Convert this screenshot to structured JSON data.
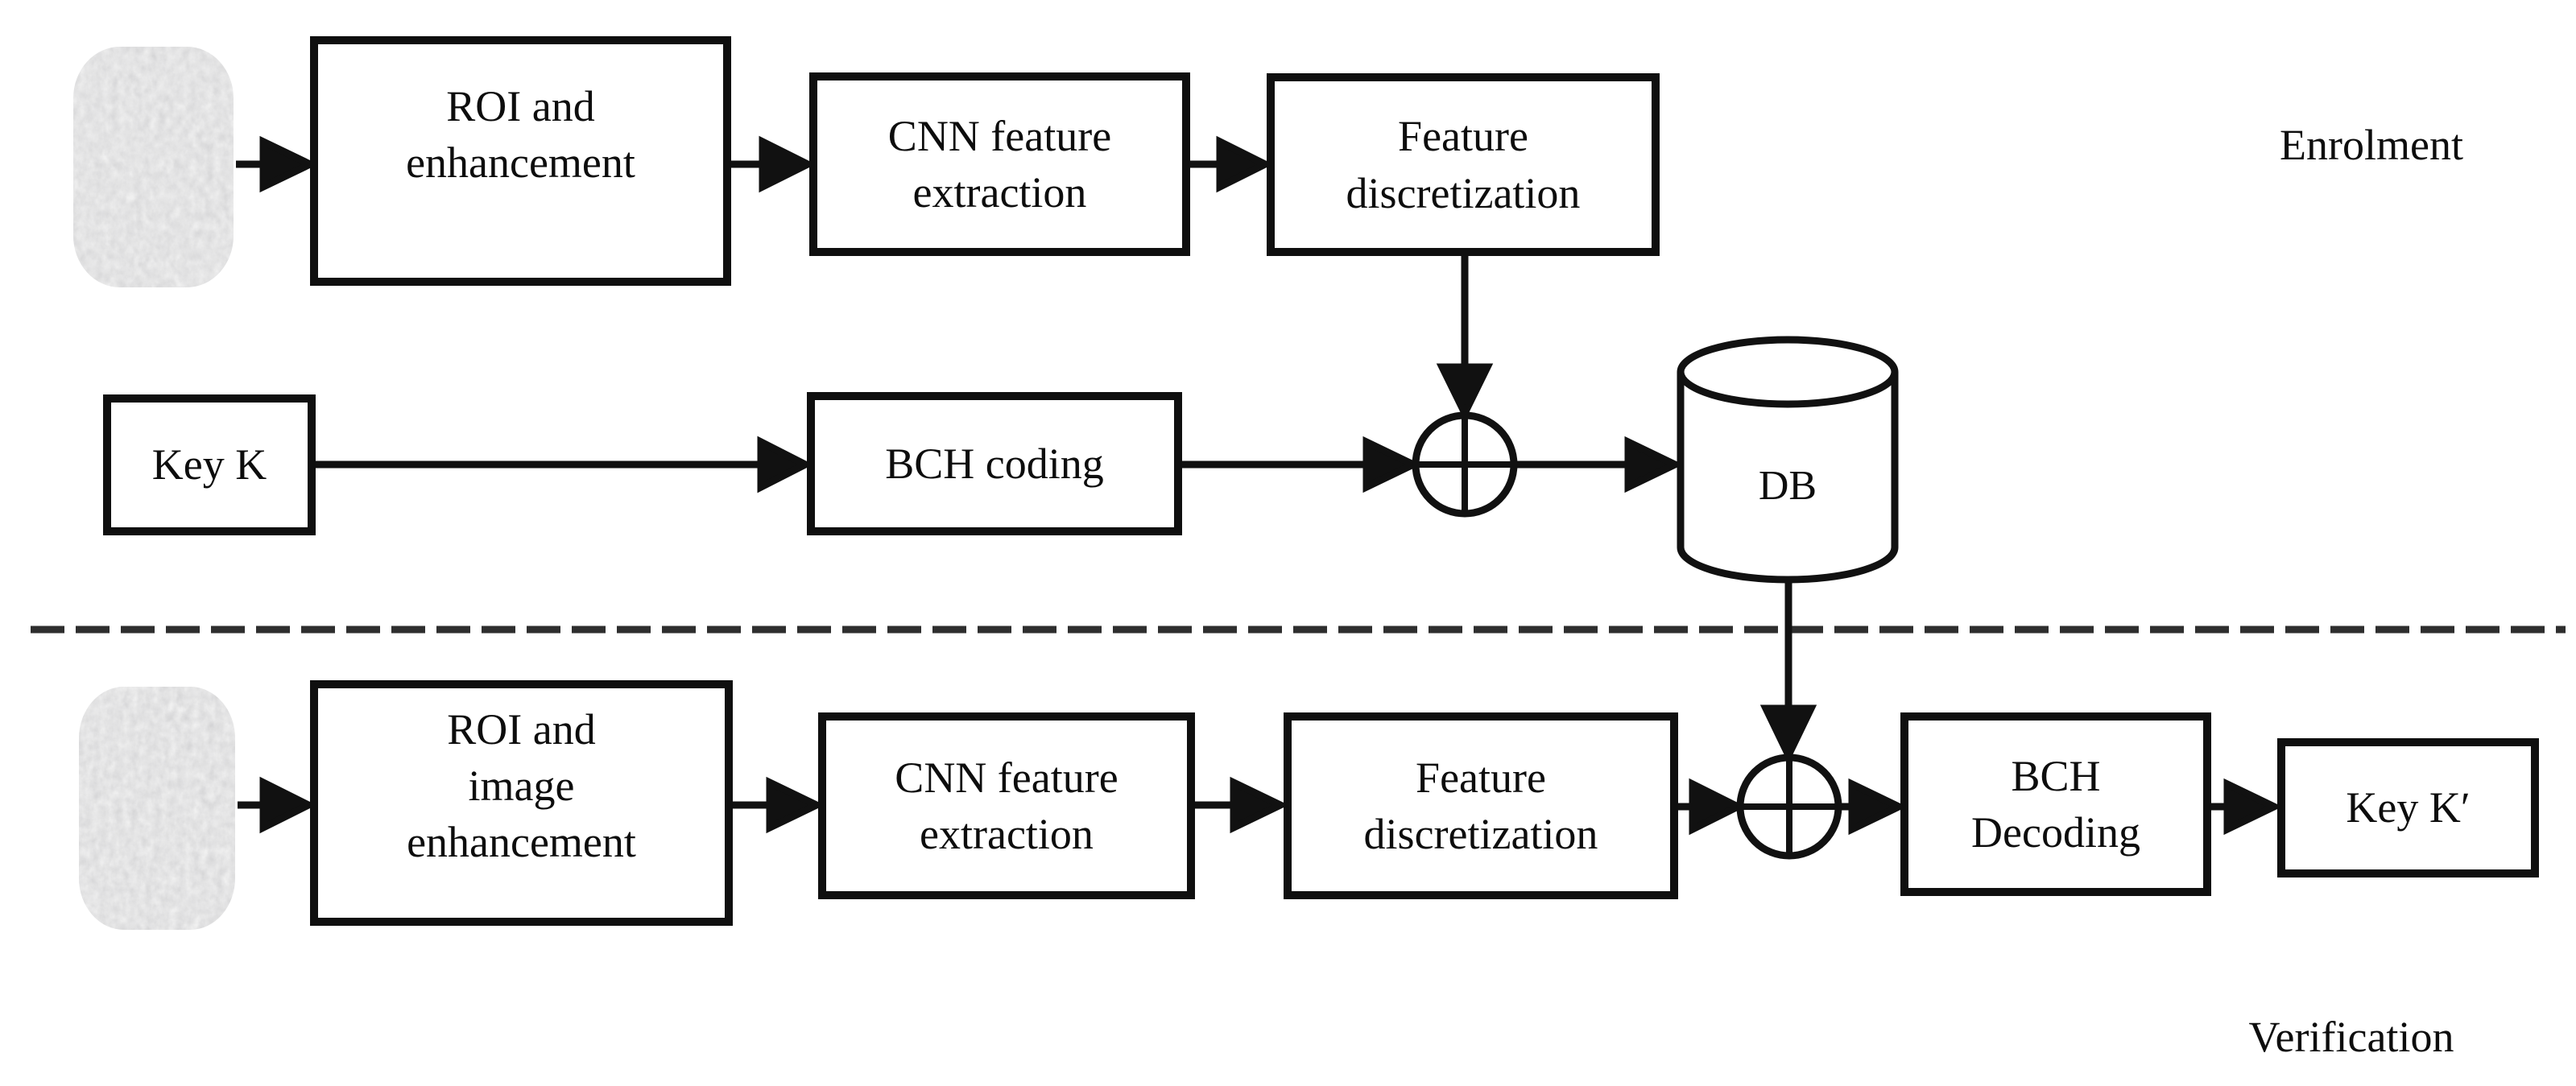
{
  "figure": {
    "background_color": "#ffffff",
    "line_color": "#111111",
    "sections": {
      "enrolment": "Enrolment",
      "verification": "Verification"
    },
    "nodes": {
      "roi_enrolment": "ROI and\nenhancement",
      "cnn_enrolment": "CNN feature\nextraction",
      "feature_enrolment": "Feature\ndiscretization",
      "key_k": "Key K",
      "bch_coding": "BCH coding",
      "db": "DB",
      "roi_verification": "ROI and\nimage\nenhancement",
      "cnn_verification": "CNN feature\nextraction",
      "feature_verification": "Feature\ndiscretization",
      "bch_decoding": "BCH\nDecoding",
      "key_k_prime": "Key K′"
    },
    "icons": {
      "fingerprint_enrolment": "fingerprint-image",
      "fingerprint_verification": "fingerprint-image",
      "xor_enrolment": "⊕",
      "xor_verification": "⊕",
      "database": "db-cylinder"
    },
    "edges": [
      {
        "from": "fingerprint (enrolment)",
        "to": "ROI and enhancement"
      },
      {
        "from": "ROI and enhancement",
        "to": "CNN feature extraction"
      },
      {
        "from": "CNN feature extraction",
        "to": "Feature discretization"
      },
      {
        "from": "Feature discretization",
        "to": "XOR (enrolment)"
      },
      {
        "from": "Key K",
        "to": "BCH coding"
      },
      {
        "from": "BCH coding",
        "to": "XOR (enrolment)"
      },
      {
        "from": "XOR (enrolment)",
        "to": "DB"
      },
      {
        "from": "DB",
        "to": "XOR (verification)"
      },
      {
        "from": "fingerprint (verification)",
        "to": "ROI and image enhancement"
      },
      {
        "from": "ROI and image enhancement",
        "to": "CNN feature extraction (verification)"
      },
      {
        "from": "CNN feature extraction (verification)",
        "to": "Feature discretization (verification)"
      },
      {
        "from": "Feature discretization (verification)",
        "to": "XOR (verification)"
      },
      {
        "from": "XOR (verification)",
        "to": "BCH Decoding"
      },
      {
        "from": "BCH Decoding",
        "to": "Key K′"
      }
    ]
  }
}
